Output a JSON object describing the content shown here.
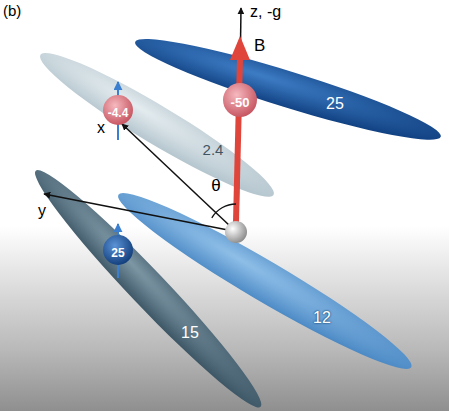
{
  "diagram": {
    "nodes": [
      {
        "text": [
          "25"
        ]
      },
      {
        "text": [
          "-50"
        ]
      },
      {
        "text": [
          "-4.4"
        ]
      },
      {
        "text": [
          "2.4"
        ]
      },
      {
        "text": [
          "25"
        ]
      },
      {
        "text": [
          "12"
        ]
      },
      {
        "text": [
          "15"
        ]
      }
    ],
    "labels": [
      "(b)",
      "z, -g",
      "B",
      "x",
      "θ",
      "y"
    ]
  }
}
